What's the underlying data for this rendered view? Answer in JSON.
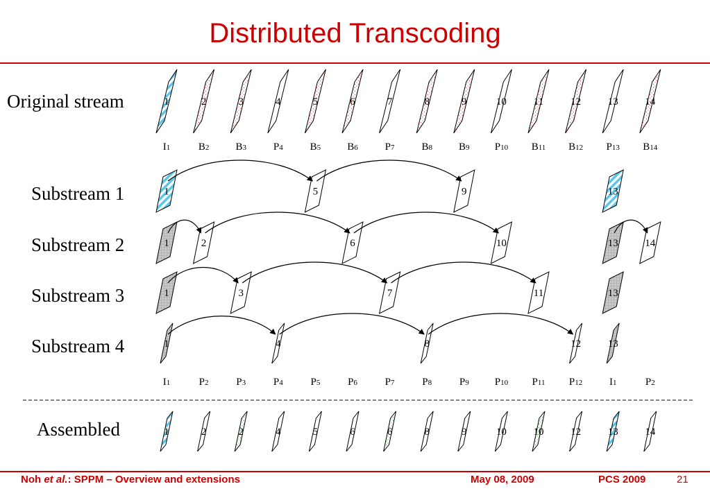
{
  "title": "Distributed Transcoding",
  "row_labels": {
    "original": "Original stream",
    "sub1": "Substream 1",
    "sub2": "Substream 2",
    "sub3": "Substream 3",
    "sub4": "Substream 4",
    "assembled": "Assembled"
  },
  "footer": {
    "author": "Noh",
    "etal": "et al.",
    "text": ": SPPM – Overview and extensions",
    "date": "May 08, 2009",
    "venue": "PCS 2009",
    "page": "21"
  },
  "colors": {
    "title": "#cc0000",
    "i_frame_fill": "#5bc6e8",
    "b_frame_dots": "#e05a5a",
    "gray_frame": "#b0b0b0",
    "green_dots": "#4caf50"
  },
  "original_stream": {
    "frames": [
      {
        "n": "1",
        "style": "i"
      },
      {
        "n": "2",
        "style": "b"
      },
      {
        "n": "3",
        "style": "b"
      },
      {
        "n": "4",
        "style": "p"
      },
      {
        "n": "5",
        "style": "b"
      },
      {
        "n": "6",
        "style": "b"
      },
      {
        "n": "7",
        "style": "p"
      },
      {
        "n": "8",
        "style": "b"
      },
      {
        "n": "9",
        "style": "b"
      },
      {
        "n": "10",
        "style": "p"
      },
      {
        "n": "11",
        "style": "b"
      },
      {
        "n": "12",
        "style": "b"
      },
      {
        "n": "13",
        "style": "p"
      },
      {
        "n": "14",
        "style": "b"
      }
    ],
    "type_labels": [
      [
        "I",
        "1"
      ],
      [
        "B",
        "2"
      ],
      [
        "B",
        "3"
      ],
      [
        "P",
        "4"
      ],
      [
        "B",
        "5"
      ],
      [
        "B",
        "6"
      ],
      [
        "P",
        "7"
      ],
      [
        "B",
        "8"
      ],
      [
        "B",
        "9"
      ],
      [
        "P",
        "10"
      ],
      [
        "B",
        "11"
      ],
      [
        "B",
        "12"
      ],
      [
        "P",
        "13"
      ],
      [
        "B",
        "14"
      ]
    ]
  },
  "substreams": [
    {
      "frames": [
        {
          "col": 1,
          "n": "1",
          "style": "i"
        },
        {
          "col": 5,
          "n": "5",
          "style": "p"
        },
        {
          "col": 9,
          "n": "9",
          "style": "p"
        },
        {
          "col": 13,
          "n": "13",
          "style": "i"
        }
      ],
      "arrows": [
        [
          1,
          5
        ],
        [
          5,
          9
        ]
      ]
    },
    {
      "frames": [
        {
          "col": 1,
          "n": "1",
          "style": "g"
        },
        {
          "col": 2,
          "n": "2",
          "style": "p"
        },
        {
          "col": 6,
          "n": "6",
          "style": "p"
        },
        {
          "col": 10,
          "n": "10",
          "style": "p"
        },
        {
          "col": 13,
          "n": "13",
          "style": "g"
        },
        {
          "col": 14,
          "n": "14",
          "style": "p"
        }
      ],
      "arrows": [
        [
          1,
          2
        ],
        [
          2,
          6
        ],
        [
          6,
          10
        ],
        [
          13,
          14
        ]
      ]
    },
    {
      "frames": [
        {
          "col": 1,
          "n": "1",
          "style": "g"
        },
        {
          "col": 3,
          "n": "3",
          "style": "p"
        },
        {
          "col": 7,
          "n": "7",
          "style": "p"
        },
        {
          "col": 11,
          "n": "11",
          "style": "p"
        },
        {
          "col": 13,
          "n": "13",
          "style": "g"
        }
      ],
      "arrows": [
        [
          1,
          3
        ],
        [
          3,
          7
        ],
        [
          7,
          11
        ]
      ]
    },
    {
      "frames": [
        {
          "col": 1,
          "n": "1",
          "style": "g"
        },
        {
          "col": 4,
          "n": "4",
          "style": "p"
        },
        {
          "col": 8,
          "n": "8",
          "style": "p"
        },
        {
          "col": 12,
          "n": "12",
          "style": "p"
        },
        {
          "col": 13,
          "n": "13",
          "style": "g"
        }
      ],
      "arrows": [
        [
          1,
          4
        ],
        [
          4,
          8
        ],
        [
          8,
          12
        ]
      ]
    }
  ],
  "transcoded_labels": [
    [
      "I",
      "1"
    ],
    [
      "P",
      "2"
    ],
    [
      "P",
      "3"
    ],
    [
      "P",
      "4"
    ],
    [
      "P",
      "5"
    ],
    [
      "P",
      "6"
    ],
    [
      "P",
      "7"
    ],
    [
      "P",
      "8"
    ],
    [
      "P",
      "9"
    ],
    [
      "P",
      "10"
    ],
    [
      "P",
      "11"
    ],
    [
      "P",
      "12"
    ],
    [
      "I",
      "1"
    ],
    [
      "P",
      "2"
    ]
  ],
  "assembled": {
    "frames": [
      {
        "n": "1",
        "style": "i"
      },
      {
        "n": "2",
        "style": "p"
      },
      {
        "n": "2",
        "style": "gr"
      },
      {
        "n": "4",
        "style": "p"
      },
      {
        "n": "5",
        "style": "p"
      },
      {
        "n": "6",
        "style": "p"
      },
      {
        "n": "6",
        "style": "gr"
      },
      {
        "n": "8",
        "style": "p"
      },
      {
        "n": "9",
        "style": "p"
      },
      {
        "n": "10",
        "style": "p"
      },
      {
        "n": "10",
        "style": "gr"
      },
      {
        "n": "12",
        "style": "p"
      },
      {
        "n": "13",
        "style": "i"
      },
      {
        "n": "14",
        "style": "p"
      }
    ]
  }
}
